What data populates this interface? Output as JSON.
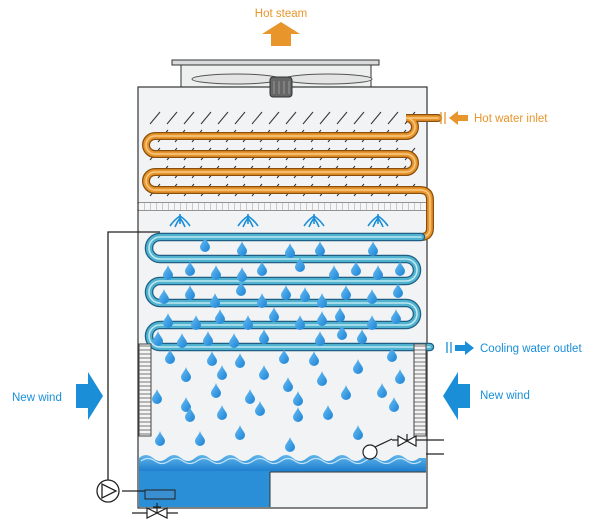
{
  "labels": {
    "hot_steam": "Hot steam",
    "hot_water_inlet": "Hot water inlet",
    "cooling_water_outlet": "Cooling water outlet",
    "new_wind_left": "New wind",
    "new_wind_right": "New wind"
  },
  "colors": {
    "hot": "#e8952b",
    "cool": "#1a8fd8",
    "tower_fill": "#f2f3f4",
    "outline": "#333333",
    "water": "#2a8fd6",
    "coil_cool_edge": "#3aa6b8"
  },
  "icons": [
    "fan-icon",
    "motor-icon",
    "pump-icon",
    "valve-icon",
    "float-valve-icon",
    "spray-nozzle-icon",
    "arrow-up-icon",
    "arrow-left-icon",
    "arrow-right-icon"
  ]
}
